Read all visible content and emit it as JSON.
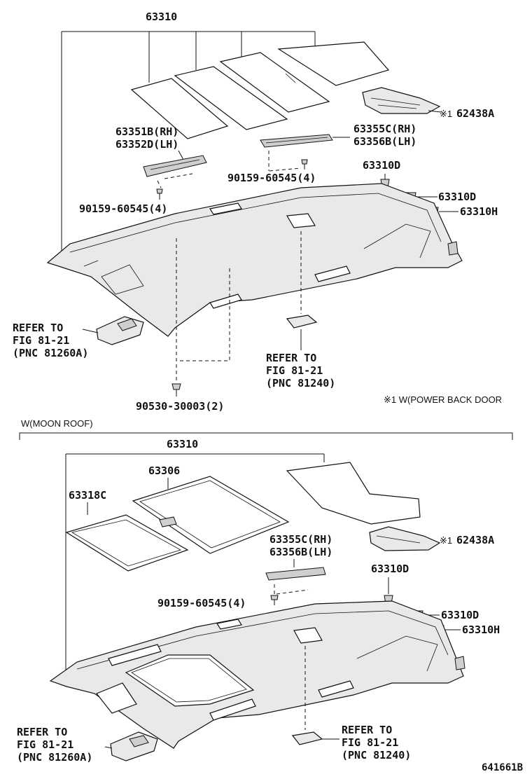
{
  "upper": {
    "main_part": "63310",
    "visor_rh": "63351B(RH)",
    "visor_lh": "63352D(LH)",
    "holder_rh": "63355C(RH)",
    "holder_lh": "63356B(LH)",
    "screw_right": "90159-60545(4)",
    "screw_left": "90159-60545(4)",
    "clip_d1": "63310D",
    "clip_d2": "63310D",
    "clip_h": "63310H",
    "pad_mark": "※1",
    "pad": "62438A",
    "ref_left": [
      "REFER TO",
      "FIG 81-21",
      "(PNC 81260A)"
    ],
    "ref_center": [
      "REFER TO",
      "FIG 81-21",
      "(PNC 81240)"
    ],
    "bottom_clip": "90530-30003(2)"
  },
  "footnote": "※1 W(POWER BACK DOOR",
  "lower": {
    "section_label": "W(MOON ROOF)",
    "main_part": "63310",
    "sunshade": "63306",
    "weatherstrip": "63318C",
    "holder_rh": "63355C(RH)",
    "holder_lh": "63356B(LH)",
    "screw": "90159-60545(4)",
    "clip_d1": "63310D",
    "clip_d2": "63310D",
    "clip_h": "63310H",
    "pad_mark": "※1",
    "pad": "62438A",
    "ref_left": [
      "REFER TO",
      "FIG 81-21",
      "(PNC 81260A)"
    ],
    "ref_center": [
      "REFER TO",
      "FIG 81-21",
      "(PNC 81240)"
    ]
  },
  "drawing_id": "641661B",
  "colors": {
    "line": "#111111",
    "fill_light": "#e9e9e9",
    "fill_dark": "#cfcfcf"
  }
}
